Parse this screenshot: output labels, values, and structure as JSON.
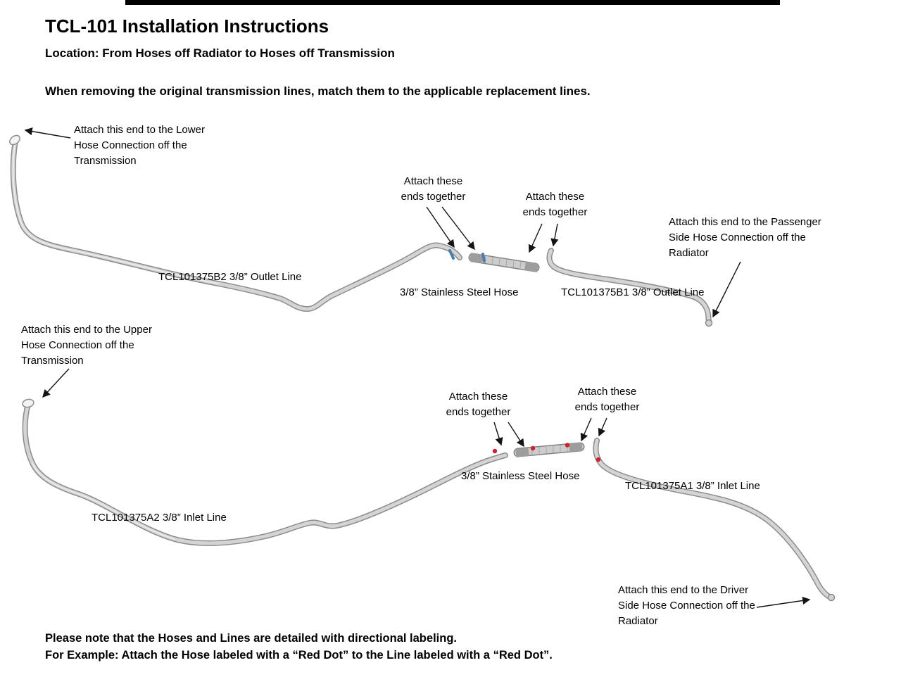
{
  "document": {
    "title": "TCL-101 Installation Instructions",
    "location": "Location: From Hoses off Radiator to Hoses off Transmission",
    "intro": "When removing the original transmission lines, match them to the applicable replacement lines.",
    "note1": "Please note that the Hoses and Lines are detailed with directional labeling.",
    "note2": "For Example: Attach the Hose labeled with a “Red Dot” to the Line labeled with a “Red Dot”."
  },
  "outlet": {
    "callout_transmission": "Attach this end to the Lower\nHose Connection off the\nTransmission",
    "callout_ends_left": "Attach these\nends together",
    "callout_ends_right": "Attach these\nends together",
    "callout_radiator": "Attach this end to the Passenger\nSide Hose Connection off the\nRadiator",
    "line_b2": "TCL101375B2 3/8” Outlet Line",
    "hose": "3/8” Stainless Steel Hose",
    "line_b1": "TCL101375B1 3/8” Outlet Line"
  },
  "inlet": {
    "callout_transmission": "Attach this end to the Upper\nHose Connection off the\nTransmission",
    "callout_ends_left": "Attach these\nends together",
    "callout_ends_right": "Attach these\nends together",
    "callout_radiator": "Attach this end to the Driver\nSide Hose Connection off the\nRadiator",
    "line_a2": "TCL101375A2 3/8” Inlet Line",
    "hose": "3/8” Stainless Steel Hose",
    "line_a1": "TCL101375A1 3/8” Inlet Line"
  },
  "colors": {
    "red_dot": "#cf2030",
    "blue_mark": "#4d7fae",
    "tube": "#d4d4d4",
    "top_bar": "#000000"
  }
}
